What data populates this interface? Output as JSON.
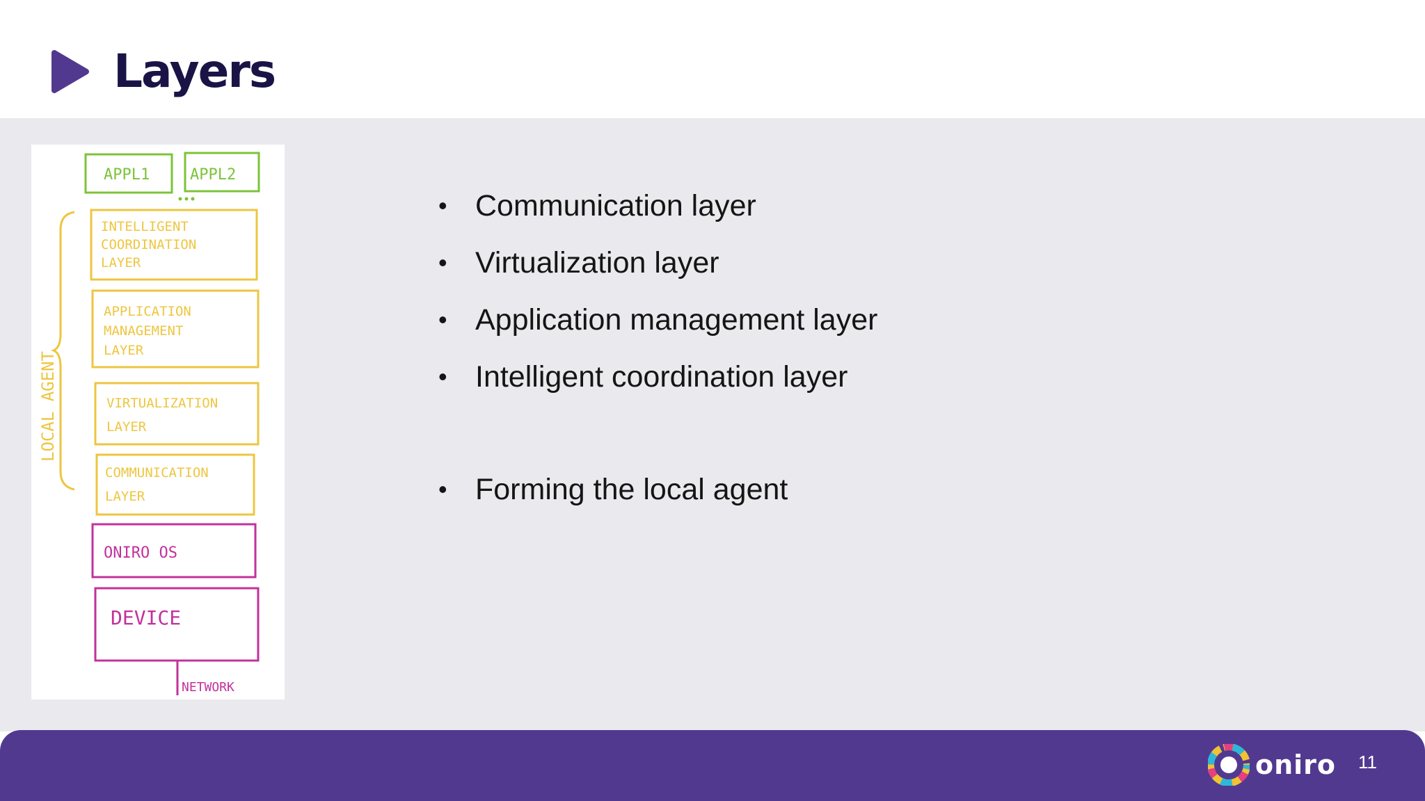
{
  "slide": {
    "title": "Layers",
    "page_number": "11",
    "brand": "oniro"
  },
  "bullets": [
    "Communication layer",
    "Virtualization layer",
    "Application management layer",
    "Intelligent coordination layer",
    "Forming the local agent"
  ],
  "sketch": {
    "apps": [
      "APPL1",
      "APPL2"
    ],
    "side_label": "LOCAL AGENT",
    "layers": [
      {
        "lines": [
          "INTELLIGENT",
          "COORDINATION",
          "LAYER"
        ]
      },
      {
        "lines": [
          "APPLICATION",
          "MANAGEMENT",
          "LAYER"
        ]
      },
      {
        "lines": [
          "VIRTUALIZATION",
          "LAYER"
        ]
      },
      {
        "lines": [
          "COMMUNICATION",
          "LAYER"
        ]
      }
    ],
    "os_label": "ONIRO OS",
    "device_label": "DEVICE",
    "network_label": "NETWORK"
  },
  "colors": {
    "title": "#1a1446",
    "accent": "#523990",
    "background": "#eae9ed",
    "sketch_green": "#7cc33a",
    "sketch_yellow": "#edc640",
    "sketch_magenta": "#c3319c"
  },
  "icons": [
    "play-triangle-icon",
    "oniro-logo-icon"
  ]
}
